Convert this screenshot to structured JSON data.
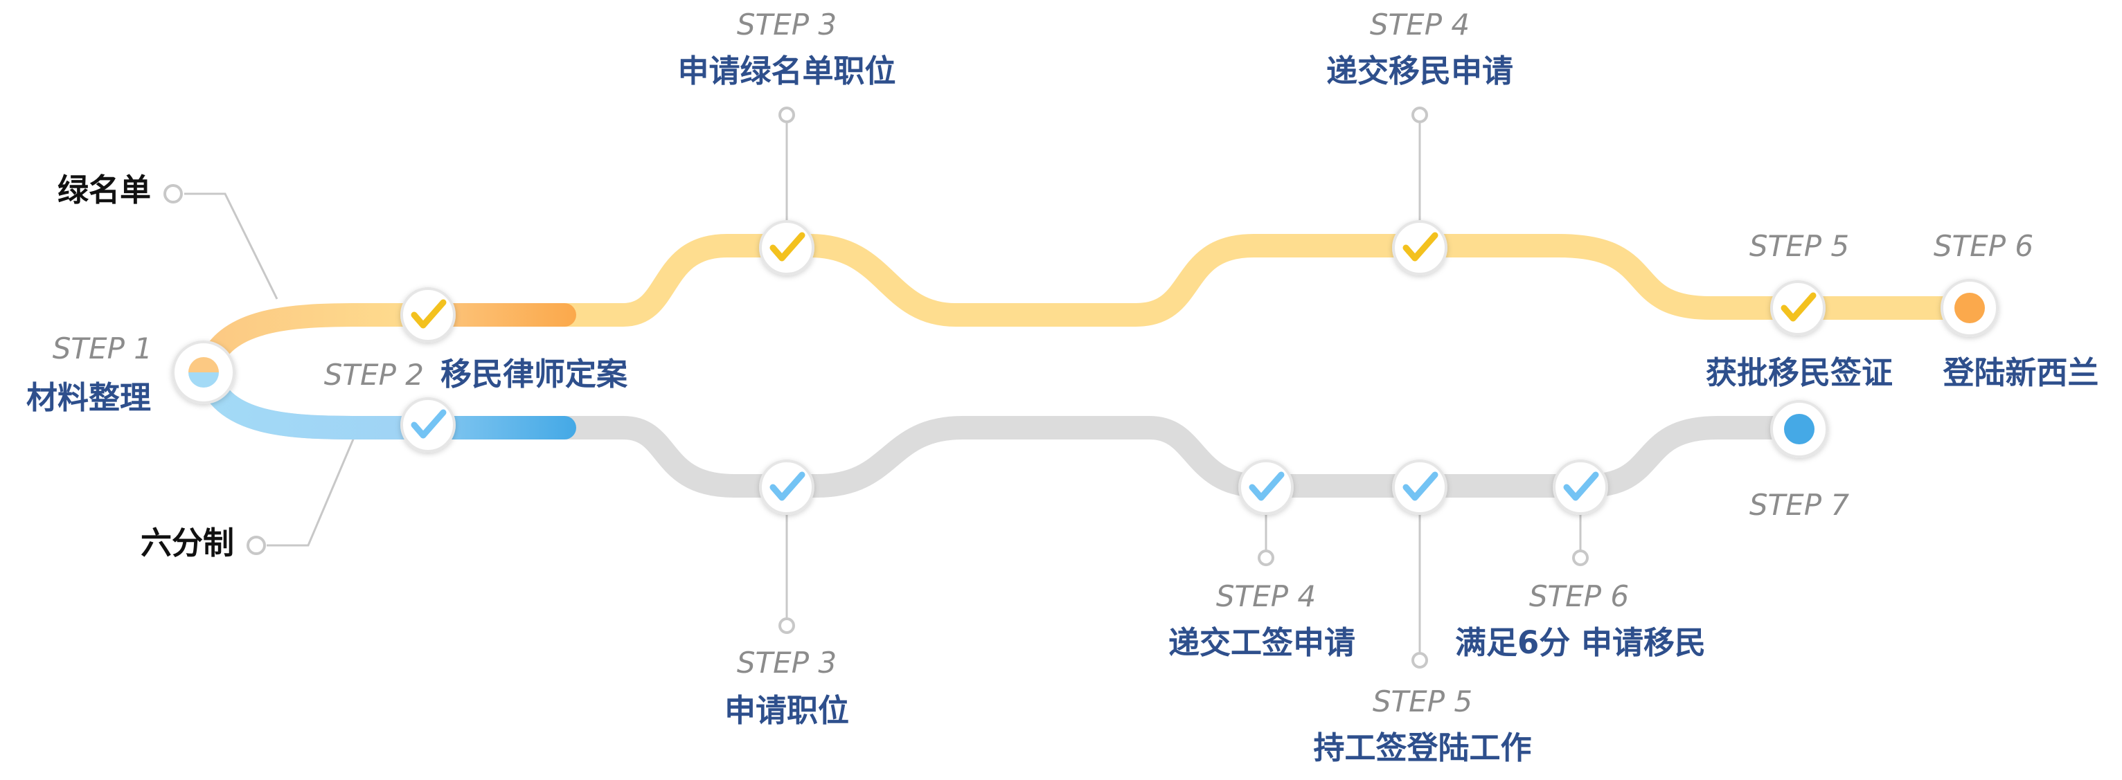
{
  "colors": {
    "green_card_track": "#fedd8f",
    "green_card_track_start": "#fcc983",
    "green_card_active": "#fba94c",
    "points_track": "#dcdcdc",
    "points_track_start": "#a3daf6",
    "points_active": "#45a9e6",
    "check_gold": "#f3c11e",
    "check_blue": "#73c3f4",
    "step_text": "#8c8c8c",
    "label_text": "#2e4f8c",
    "branch_text": "#111111",
    "connector": "#c8c8c8"
  },
  "branches": {
    "green_card": "绿名单",
    "points": "六分制"
  },
  "start": {
    "step": "STEP 1",
    "label": "材料整理"
  },
  "shared_step2": {
    "step": "STEP 2",
    "label": "移民律师定案"
  },
  "green_card_path": {
    "step3": {
      "step": "STEP 3",
      "label": "申请绿名单职位"
    },
    "step4": {
      "step": "STEP 4",
      "label": "递交移民申请"
    },
    "step5": {
      "step": "STEP 5",
      "label": "获批移民签证"
    },
    "step6": {
      "step": "STEP 6",
      "label": "登陆新西兰"
    }
  },
  "points_path": {
    "step3": {
      "step": "STEP 3",
      "label": "申请职位"
    },
    "step4": {
      "step": "STEP 4",
      "label": "递交工签申请"
    },
    "step5": {
      "step": "STEP 5",
      "label": "持工签登陆工作"
    },
    "step6": {
      "step": "STEP 6",
      "label": "满足6分 申请移民"
    },
    "step7": {
      "step": "STEP 7"
    }
  },
  "icons": {
    "checkmark": "check-icon",
    "start_node": "half-circle-icon",
    "end_node_green_card": "orange-dot-icon",
    "end_node_points": "blue-dot-icon"
  }
}
